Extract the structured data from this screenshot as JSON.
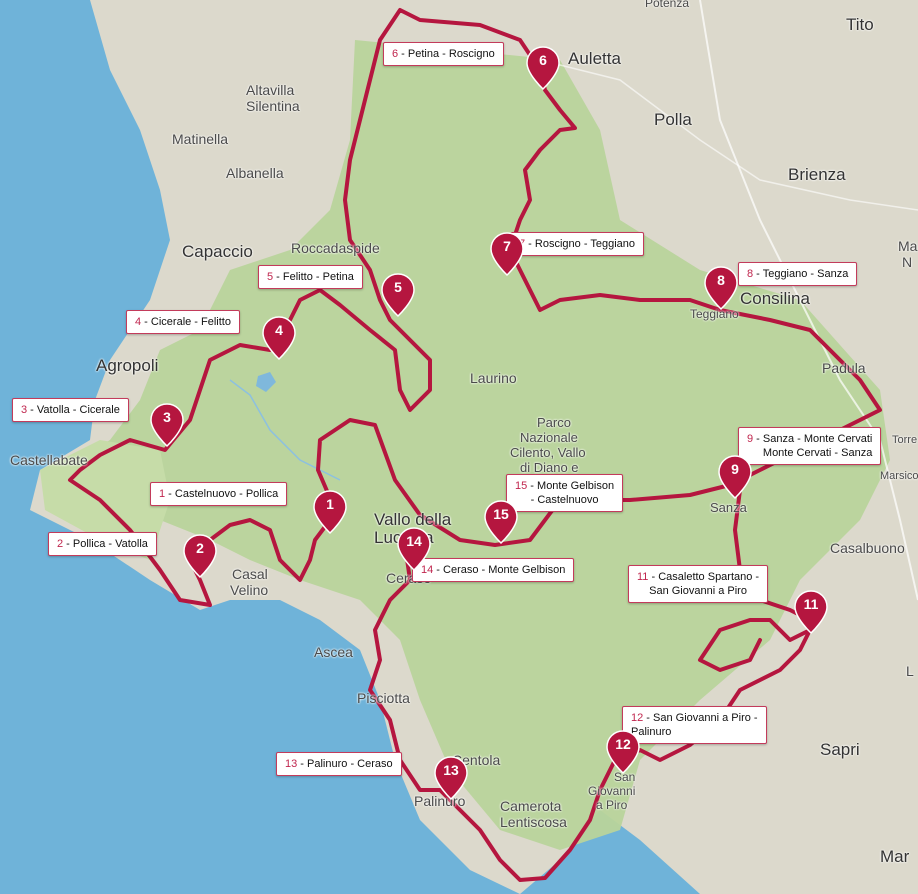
{
  "places": [
    {
      "name": "Potenza"
    },
    {
      "name": "Tito"
    },
    {
      "name": "Auletta"
    },
    {
      "name": "Altavilla"
    },
    {
      "name": "Silentina"
    },
    {
      "name": "Matinella"
    },
    {
      "name": "Albanella"
    },
    {
      "name": "Polla"
    },
    {
      "name": "Brienza"
    },
    {
      "name": "Capaccio"
    },
    {
      "name": "Roccadaspide"
    },
    {
      "name": "Ma"
    },
    {
      "name": "N"
    },
    {
      "name": "Consilina"
    },
    {
      "name": "Teggiano"
    },
    {
      "name": "Agropoli"
    },
    {
      "name": "Laurino"
    },
    {
      "name": "Padula"
    },
    {
      "name": "Parco"
    },
    {
      "name": "Nazionale"
    },
    {
      "name": "Cilento, Vallo"
    },
    {
      "name": "di Diano e"
    },
    {
      "name": "Castellabate"
    },
    {
      "name": "Vallo della"
    },
    {
      "name": "Lucania"
    },
    {
      "name": "Sanza"
    },
    {
      "name": "Casalbuono"
    },
    {
      "name": "Casal"
    },
    {
      "name": "Velino"
    },
    {
      "name": "Ceraso"
    },
    {
      "name": "Ascea"
    },
    {
      "name": "Pisciotta"
    },
    {
      "name": "Sapri"
    },
    {
      "name": "Centola"
    },
    {
      "name": "Palinuro"
    },
    {
      "name": "Camerota"
    },
    {
      "name": "Lentiscosa"
    },
    {
      "name": "San"
    },
    {
      "name": "Giovanni"
    },
    {
      "name": "a Piro"
    },
    {
      "name": "Mar"
    },
    {
      "name": "L"
    },
    {
      "name": "Marsicovetere"
    },
    {
      "name": "Torre"
    }
  ],
  "stages": [
    {
      "num": "1",
      "text": "Castelnuovo - Pollica"
    },
    {
      "num": "2",
      "text": "Pollica - Vatolla"
    },
    {
      "num": "3",
      "text": "Vatolla - Cicerale"
    },
    {
      "num": "4",
      "text": "Cicerale - Felitto"
    },
    {
      "num": "5",
      "text": "Felitto - Petina"
    },
    {
      "num": "6",
      "text": "Petina - Roscigno"
    },
    {
      "num": "7",
      "text": "Roscigno - Teggiano"
    },
    {
      "num": "8",
      "text": "Teggiano - Sanza"
    },
    {
      "num": "9",
      "text": "Sanza - Monte Cervati",
      "text2": "Monte Cervati - Sanza"
    },
    {
      "num": "11",
      "text": "Casaletto Spartano -",
      "text2": "San Giovanni a Piro"
    },
    {
      "num": "12",
      "text": "San Giovanni a Piro -",
      "text2": "Palinuro"
    },
    {
      "num": "13",
      "text": "Palinuro - Ceraso"
    },
    {
      "num": "14",
      "text": "Ceraso - Monte Gelbison"
    },
    {
      "num": "15",
      "text": "Monte Gelbison",
      "text2": "- Castelnuovo"
    }
  ],
  "colors": {
    "route": "#b5163f",
    "sea": "#6fb3d9",
    "land": "#dcd9cc",
    "park": "#b8d49b",
    "label_border": "#c33b5b"
  }
}
